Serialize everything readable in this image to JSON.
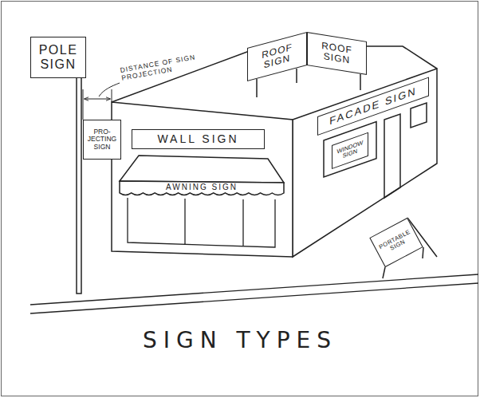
{
  "diagram": {
    "title": "SIGN TYPES",
    "nodes": [
      {
        "text": [
          "POLE SIGN"
        ]
      },
      {
        "text": [
          "ROOF SIGN"
        ]
      },
      {
        "text": [
          "ROOF SIGN"
        ]
      },
      {
        "text": [
          "PRO- JECTING SIGN"
        ]
      },
      {
        "text": [
          "WALL SIGN"
        ]
      },
      {
        "text": [
          "FACADE SIGN"
        ]
      },
      {
        "text": [
          "WINDOW SIGN"
        ]
      },
      {
        "text": [
          "AWNING SIGN"
        ]
      },
      {
        "text": [
          "PORTABLE SIGN"
        ]
      }
    ],
    "labels": [
      "DISTANCE OF SIGN PROJECTION"
    ]
  }
}
